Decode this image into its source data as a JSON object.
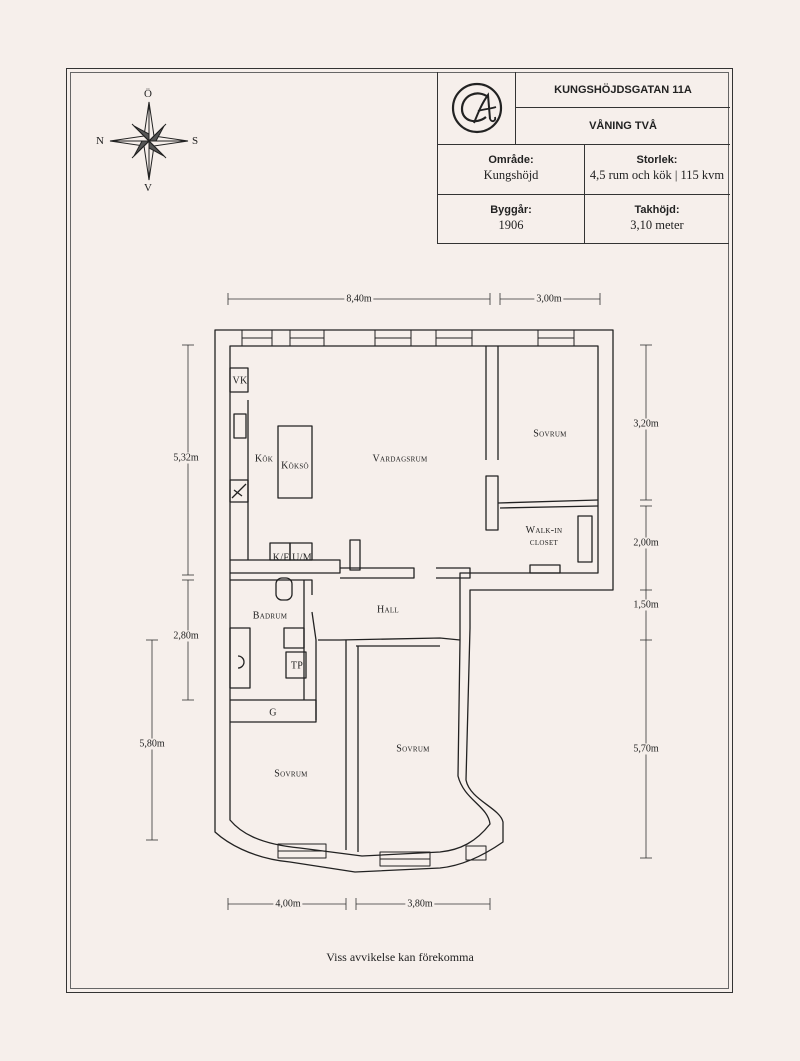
{
  "header": {
    "address": "KUNGSHÖJDSGATAN 11A",
    "floor": "VÅNING TVÅ",
    "details": [
      {
        "label": "Område:",
        "value": "Kungshöjd"
      },
      {
        "label": "Storlek:",
        "value": "4,5 rum och kök | 115 kvm"
      },
      {
        "label": "Byggår:",
        "value": "1906"
      },
      {
        "label": "Takhöjd:",
        "value": "3,10 meter"
      }
    ]
  },
  "compass": {
    "north_top": "Ö",
    "west": "N",
    "east": "S",
    "south_bottom": "V"
  },
  "rooms": {
    "living": "Vardagsrum",
    "kitchen": "Kök",
    "kitchen_island": "Köksö",
    "wine_cooler": "VK",
    "fridge_freezer": "K/F",
    "dishwasher": "U/M",
    "bedroom_right": "Sovrum",
    "walkin": "Walk-in closet",
    "hall": "Hall",
    "bathroom": "Badrum",
    "dryer": "TP",
    "wardrobe": "G",
    "bedroom_bottom_left": "Sovrum",
    "bedroom_bottom_right": "Sovrum"
  },
  "dimensions": {
    "top_left": "8,40m",
    "top_right": "3,00m",
    "left_1": "5,32m",
    "left_2": "2,80m",
    "left_3": "5,80m",
    "right_1": "3,20m",
    "right_2": "2,00m",
    "right_3": "1,50m",
    "right_4": "5,70m",
    "bottom_left": "4,00m",
    "bottom_right": "3,80m"
  },
  "footer": "Viss avvikelse kan förekomma"
}
